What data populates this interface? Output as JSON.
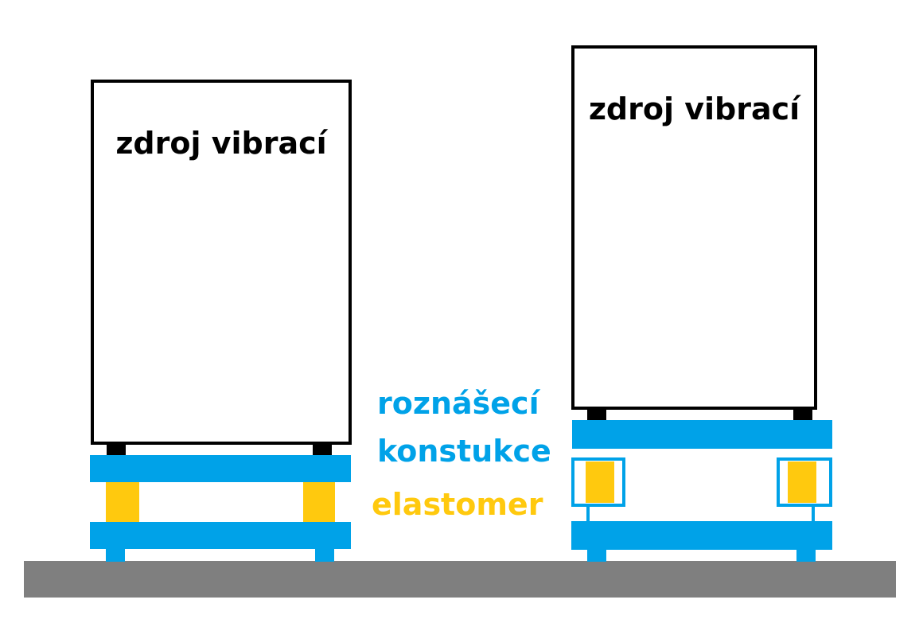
{
  "diagram": {
    "left_unit": {
      "title": "zdroj vibrací"
    },
    "right_unit": {
      "title": "zdroj vibrací"
    },
    "labels": {
      "distribution_structure_line1": "roznášecí",
      "distribution_structure_line2": "konstukce",
      "elastomer": "elastomer"
    },
    "colors": {
      "beam": "#00a2e8",
      "elastomer": "#ffc90e",
      "floor": "#7f7f7f",
      "outline": "#000000"
    }
  }
}
